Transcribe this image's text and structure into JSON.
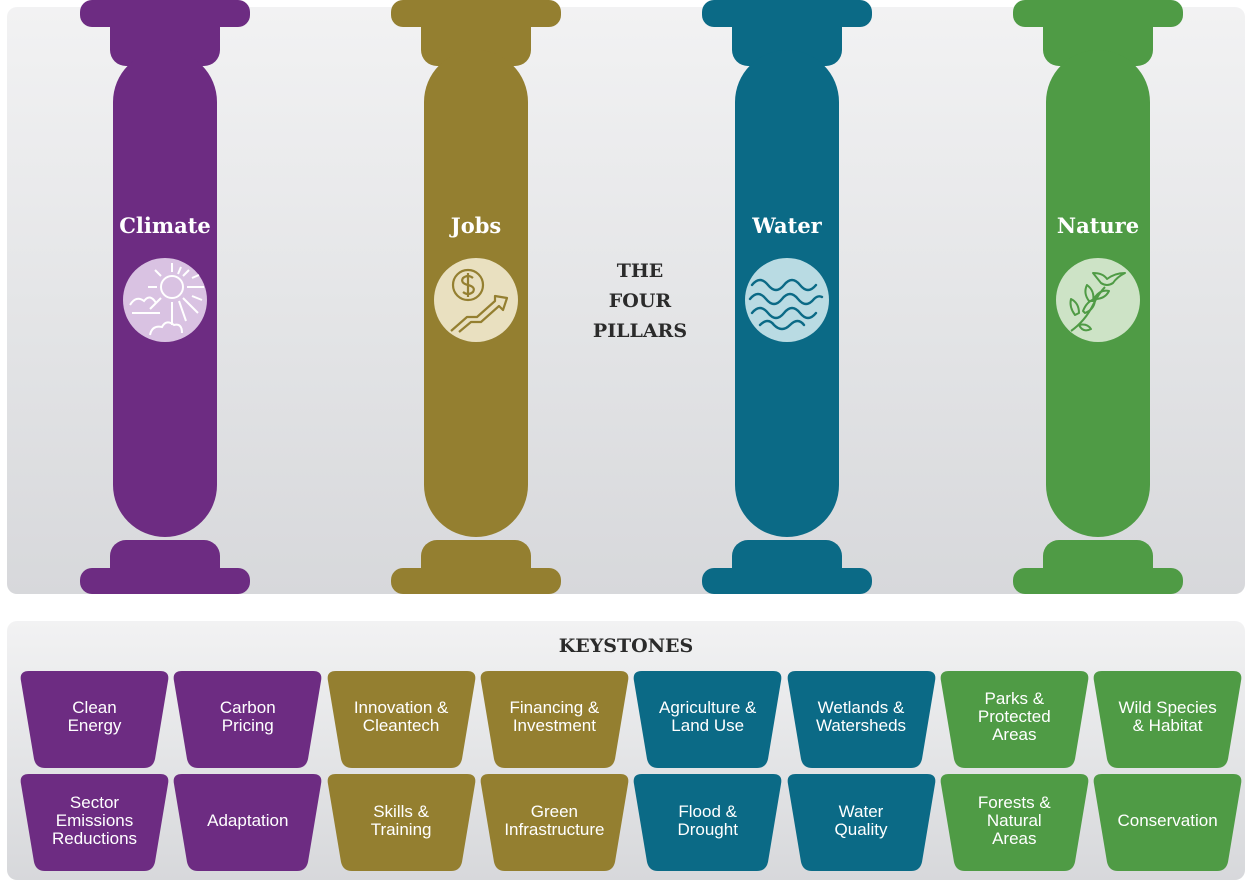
{
  "colors": {
    "climate": "#6d2c82",
    "jobs": "#947f30",
    "water": "#0b6a86",
    "nature": "#4f9b45"
  },
  "center_title": {
    "line1": "THE",
    "line2": "FOUR",
    "line3": "PILLARS"
  },
  "pillars": [
    {
      "label": "Climate",
      "icon": "sun-cloud-icon"
    },
    {
      "label": "Jobs",
      "icon": "dollar-growth-icon"
    },
    {
      "label": "Water",
      "icon": "waves-icon"
    },
    {
      "label": "Nature",
      "icon": "bird-leaf-icon"
    }
  ],
  "keystones_title": "KEYSTONES",
  "keystones_row1": [
    {
      "line1": "Clean",
      "line2": "Energy",
      "line3": ""
    },
    {
      "line1": "Carbon",
      "line2": "Pricing",
      "line3": ""
    },
    {
      "line1": "Innovation &",
      "line2": "Cleantech",
      "line3": ""
    },
    {
      "line1": "Financing &",
      "line2": "Investment",
      "line3": ""
    },
    {
      "line1": "Agriculture &",
      "line2": "Land Use",
      "line3": ""
    },
    {
      "line1": "Wetlands &",
      "line2": "Watersheds",
      "line3": ""
    },
    {
      "line1": "Parks &",
      "line2": "Protected",
      "line3": "Areas"
    },
    {
      "line1": "Wild Species",
      "line2": "& Habitat",
      "line3": ""
    }
  ],
  "keystones_row2": [
    {
      "line1": "Sector",
      "line2": "Emissions",
      "line3": "Reductions"
    },
    {
      "line1": "Adaptation",
      "line2": "",
      "line3": ""
    },
    {
      "line1": "Skills &",
      "line2": "Training",
      "line3": ""
    },
    {
      "line1": "Green",
      "line2": "Infrastructure",
      "line3": ""
    },
    {
      "line1": "Flood &",
      "line2": "Drought",
      "line3": ""
    },
    {
      "line1": "Water",
      "line2": "Quality",
      "line3": ""
    },
    {
      "line1": "Forests &",
      "line2": "Natural",
      "line3": "Areas"
    },
    {
      "line1": "Conservation",
      "line2": "",
      "line3": ""
    }
  ]
}
